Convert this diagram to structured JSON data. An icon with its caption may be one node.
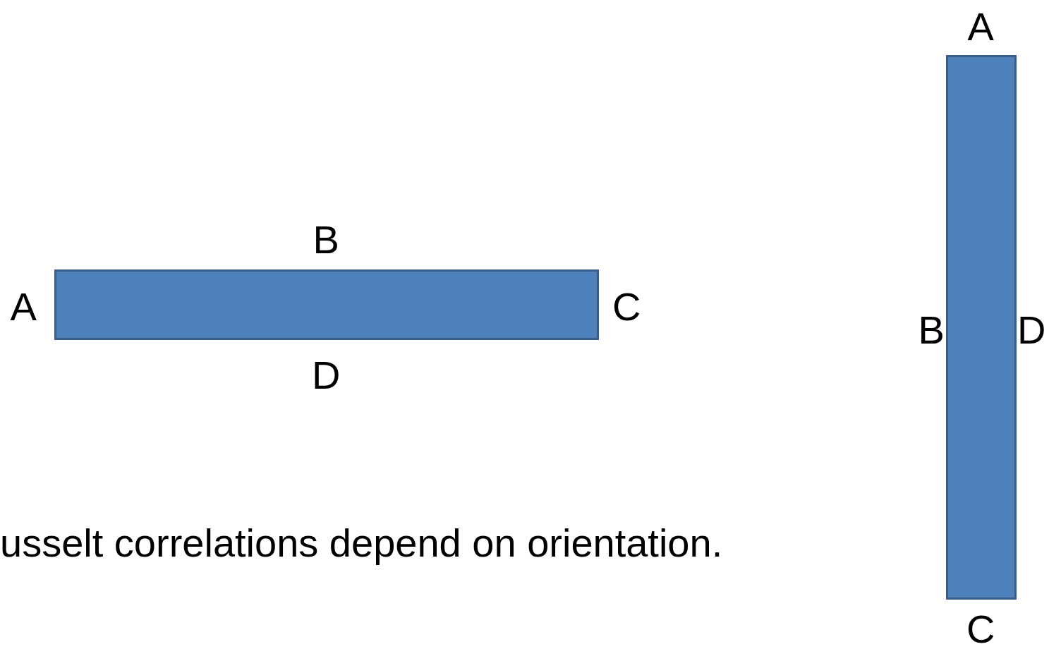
{
  "diagram": {
    "nodes": [
      {
        "text": [],
        "shape": "bar",
        "beside": [
          "B",
          "A",
          "C",
          "D"
        ]
      },
      {
        "text": [],
        "shape": "bar",
        "beside": [
          "A",
          "B",
          "D",
          "C"
        ]
      }
    ],
    "labels": [
      "usselt correlations depend on orientation."
    ]
  }
}
